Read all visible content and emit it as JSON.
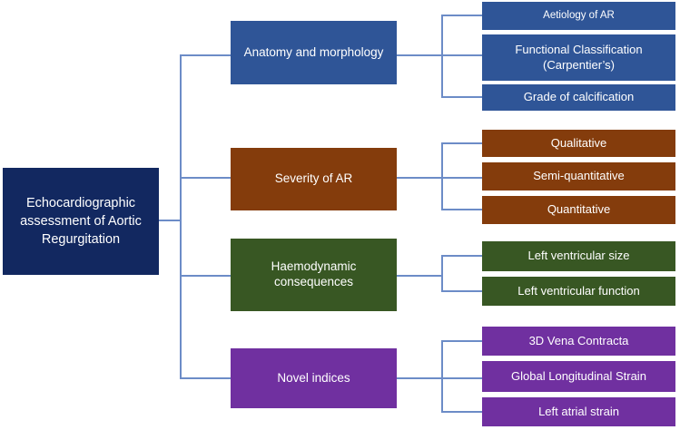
{
  "figure": {
    "type": "hierarchy-diagram",
    "colors": {
      "root": "#122860",
      "anatomy": "#2F5597",
      "severity": "#843C0C",
      "haemodynamic": "#385723",
      "novel": "#7030A0",
      "connector": "#6C8CC7",
      "text": "#FFFFFF",
      "background": "#FFFFFF"
    },
    "tree": {
      "root": {
        "label": "Echocardiographic assessment of Aortic Regurgitation"
      },
      "branches": [
        {
          "label": "Anatomy and morphology",
          "color": "#2F5597",
          "children": [
            {
              "label": "Aetiology of AR"
            },
            {
              "label": "Functional Classification (Carpentier’s)"
            },
            {
              "label": "Grade of calcification"
            }
          ]
        },
        {
          "label": "Severity of AR",
          "color": "#843C0C",
          "children": [
            {
              "label": "Qualitative"
            },
            {
              "label": "Semi-quantitative"
            },
            {
              "label": "Quantitative"
            }
          ]
        },
        {
          "label": "Haemodynamic consequences",
          "color": "#385723",
          "children": [
            {
              "label": "Left ventricular size"
            },
            {
              "label": "Left ventricular function"
            }
          ]
        },
        {
          "label": "Novel indices",
          "color": "#7030A0",
          "children": [
            {
              "label": "3D Vena Contracta"
            },
            {
              "label": "Global Longitudinal Strain"
            },
            {
              "label": "Left atrial strain"
            }
          ]
        }
      ]
    }
  }
}
